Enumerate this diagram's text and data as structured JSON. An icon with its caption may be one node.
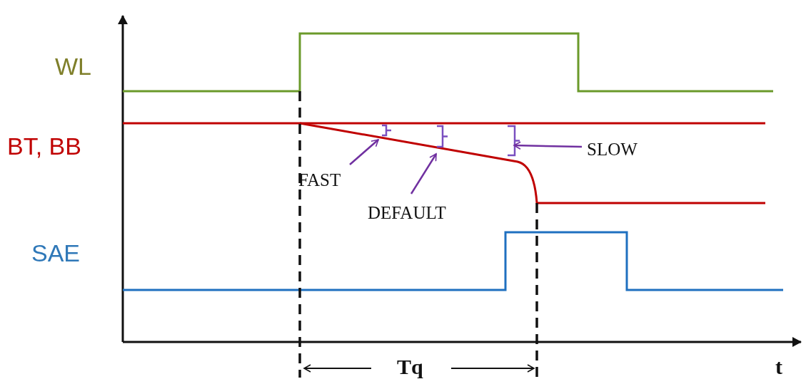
{
  "diagram": {
    "nodes": [
      {
        "text": [
          "FAST"
        ]
      },
      {
        "text": [],
        "shape": "bracket"
      },
      {
        "text": [
          "DEFAULT"
        ]
      },
      {
        "text": [],
        "shape": "bracket"
      },
      {
        "text": [
          "SLOW"
        ]
      },
      {
        "text": [],
        "shape": "bracket"
      }
    ],
    "edges": [
      {
        "from": 0,
        "to": 1,
        "arrow": "to"
      },
      {
        "from": 2,
        "to": 3,
        "arrow": "to"
      },
      {
        "from": 4,
        "to": 5,
        "arrow": "to"
      }
    ],
    "labels": [
      "WL",
      "BT, BB",
      "SAE",
      "Tq",
      "t"
    ]
  }
}
